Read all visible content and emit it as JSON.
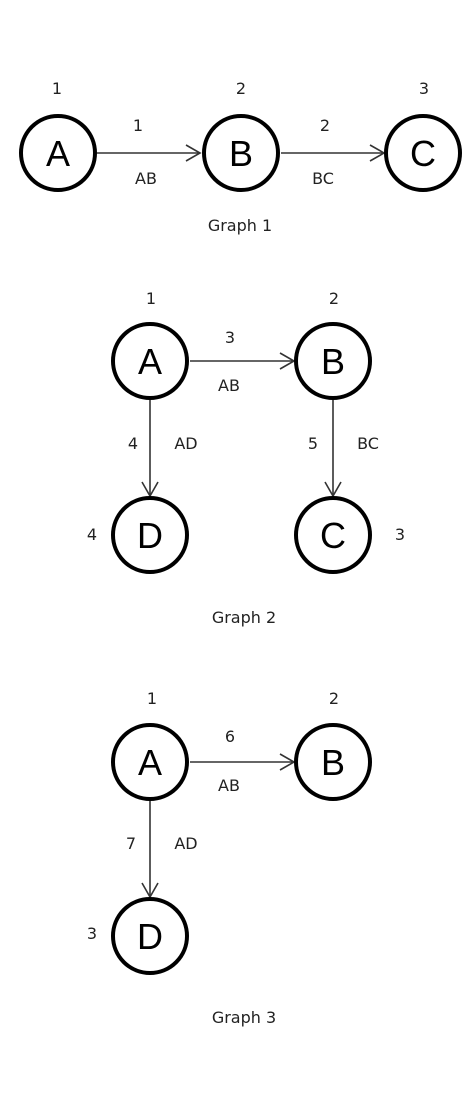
{
  "graphs": [
    {
      "caption": "Graph 1",
      "nodes": [
        {
          "id": "A",
          "label": "A",
          "order": "1"
        },
        {
          "id": "B",
          "label": "B",
          "order": "2"
        },
        {
          "id": "C",
          "label": "C",
          "order": "3"
        }
      ],
      "edges": [
        {
          "from": "A",
          "to": "B",
          "step": "1",
          "name": "AB"
        },
        {
          "from": "B",
          "to": "C",
          "step": "2",
          "name": "BC"
        }
      ]
    },
    {
      "caption": "Graph 2",
      "nodes": [
        {
          "id": "A",
          "label": "A",
          "order": "1"
        },
        {
          "id": "B",
          "label": "B",
          "order": "2"
        },
        {
          "id": "D",
          "label": "D",
          "order": "4"
        },
        {
          "id": "C",
          "label": "C",
          "order": "3"
        }
      ],
      "edges": [
        {
          "from": "A",
          "to": "B",
          "step": "3",
          "name": "AB"
        },
        {
          "from": "A",
          "to": "D",
          "step": "4",
          "name": "AD"
        },
        {
          "from": "B",
          "to": "C",
          "step": "5",
          "name": "BC"
        }
      ]
    },
    {
      "caption": "Graph 3",
      "nodes": [
        {
          "id": "A",
          "label": "A",
          "order": "1"
        },
        {
          "id": "B",
          "label": "B",
          "order": "2"
        },
        {
          "id": "D",
          "label": "D",
          "order": "3"
        }
      ],
      "edges": [
        {
          "from": "A",
          "to": "B",
          "step": "6",
          "name": "AB"
        },
        {
          "from": "A",
          "to": "D",
          "step": "7",
          "name": "AD"
        }
      ]
    }
  ]
}
